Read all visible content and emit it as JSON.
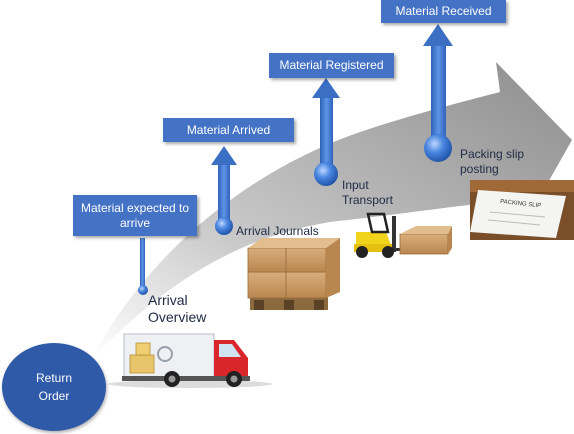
{
  "colors": {
    "box_fill": "#4472c4",
    "connector_blue": "#3a6fc4",
    "ribbon_gray": "#9c9c9c",
    "start_circle": "#2e5aa8"
  },
  "start_node": {
    "label_line1": "Return",
    "label_line2": "Order"
  },
  "stages": [
    {
      "box_label": "Material expected to arrive",
      "step_label_line1": "Arrival",
      "step_label_line2": "Overview",
      "image": "delivery-truck-illustration"
    },
    {
      "box_label": "Material Arrived",
      "step_label_line1": "Arrival Journals",
      "step_label_line2": "",
      "image": "cardboard-boxes-on-pallet-illustration"
    },
    {
      "box_label": "Material Registered",
      "step_label_line1": "Input",
      "step_label_line2": "Transport",
      "image": "forklift-with-boxes-illustration"
    },
    {
      "box_label": "Material Received",
      "step_label_line1": "Packing slip",
      "step_label_line2": "posting",
      "image": "packing-slip-in-box-photo"
    }
  ]
}
